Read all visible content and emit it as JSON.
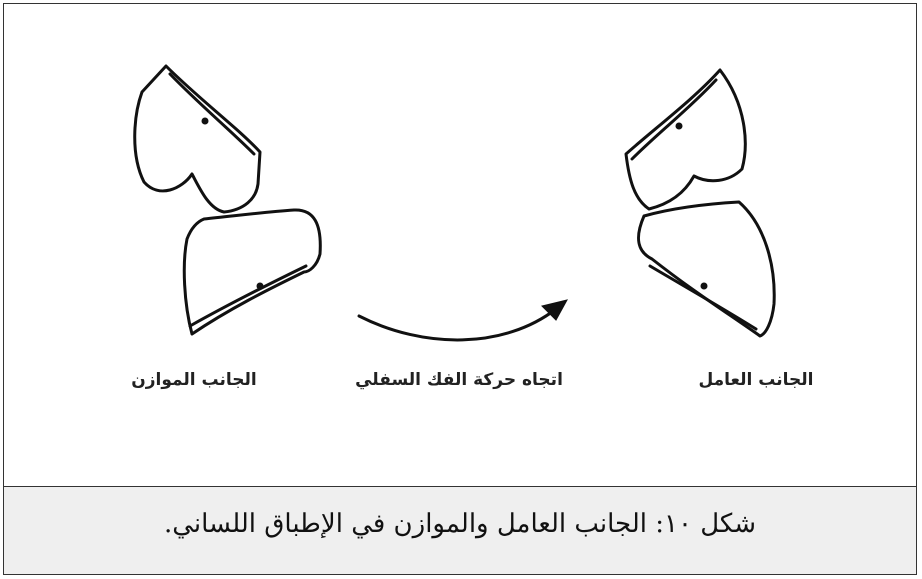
{
  "labels": {
    "balancing_side": "الجانب الموازن",
    "arrow": "اتجاه حركة الفك السفلي",
    "working_side": "الجانب العامل"
  },
  "caption": "شكل ١٠: الجانب العامل والموازن في الإطباق اللساني."
}
